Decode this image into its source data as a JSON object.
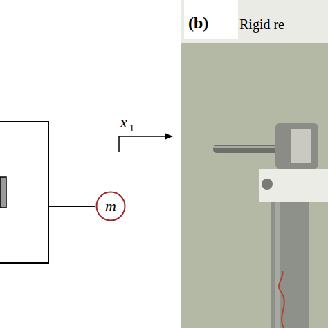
{
  "diagram": {
    "nodes": [
      {
        "text": [
          "m"
        ]
      }
    ],
    "labels": [
      "x",
      "1",
      "(b)",
      "Rigid re"
    ]
  }
}
